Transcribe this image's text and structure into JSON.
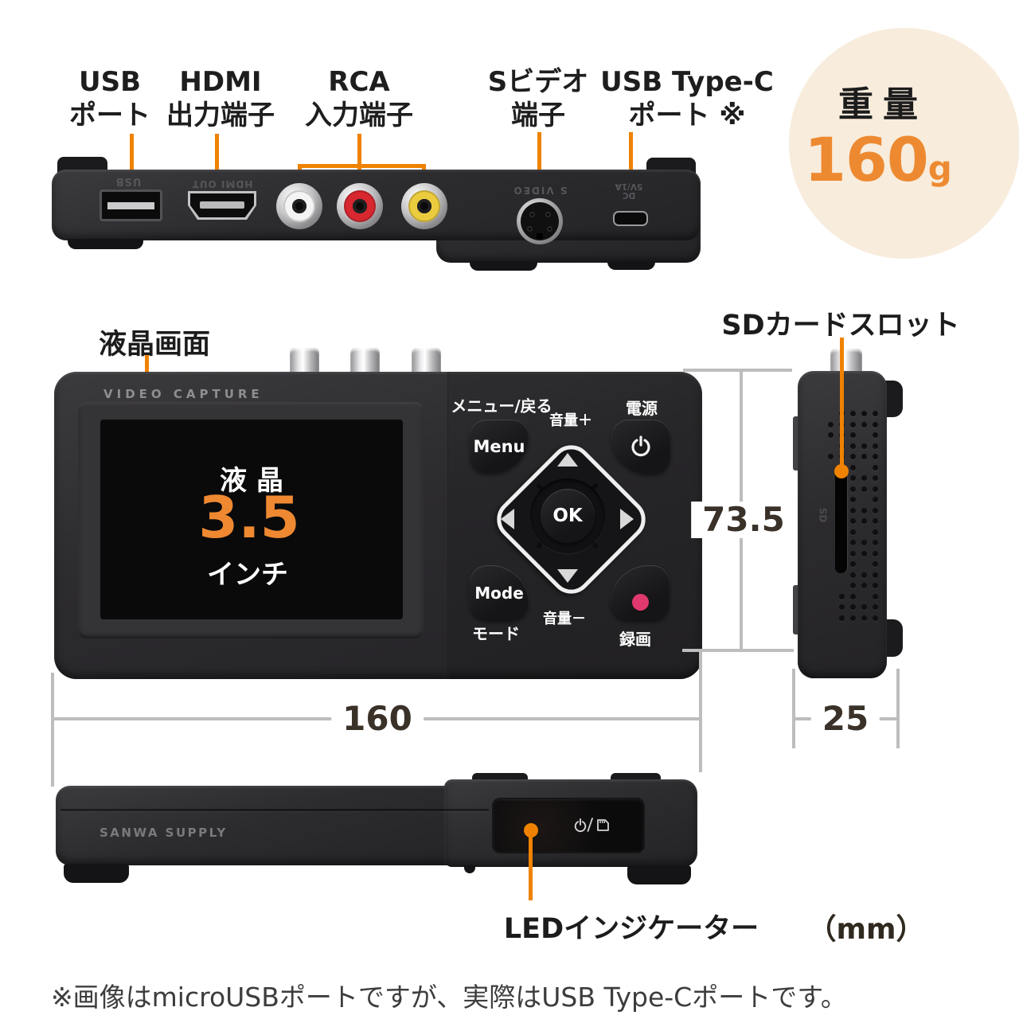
{
  "colors": {
    "accent_orange": "#ef8200",
    "badge_bg": "#f8ecdc",
    "weight_orange": "#ed8a31",
    "screen_value_orange": "#ee8931",
    "record_dot_pink": "#e0396e",
    "dimension_line_gray": "#bdbdbd"
  },
  "port_labels": {
    "usb": {
      "line1": "USB",
      "line2": "ポート"
    },
    "hdmi": {
      "line1": "HDMI",
      "line2": "出力端子"
    },
    "rca": {
      "line1": "RCA",
      "line2": "入力端子"
    },
    "svideo": {
      "line1": "Sビデオ",
      "line2": "端子"
    },
    "typec": {
      "line1": "USB Type-C",
      "line2": "ポート ※"
    }
  },
  "weight_badge": {
    "title": "重量",
    "value": "160",
    "unit": "g"
  },
  "top_view_prints": {
    "usb": "USB",
    "hdmi": "HDMI OUT",
    "svideo": "S VIDEO",
    "dc_line1": "DC",
    "dc_line2": "5V/1A"
  },
  "front_view": {
    "screen_label": "液晶画面",
    "brand": "VIDEO CAPTURE",
    "screen": {
      "line1": "液晶",
      "value": "3.5",
      "line3": "インチ"
    },
    "buttons": {
      "menu_label": "メニュー/戻る",
      "menu": "Menu",
      "volume_up": "音量＋",
      "power_label": "電源",
      "ok": "OK",
      "mode": "Mode",
      "mode_label": "モード",
      "volume_down": "音量－",
      "record_label": "録画"
    }
  },
  "side_view": {
    "sd_label": "SDカードスロット",
    "sd_print": "SD"
  },
  "bottom_view": {
    "brand": "SANWA SUPPLY",
    "led_label": "LEDインジケーター"
  },
  "dimensions": {
    "width": "160",
    "height": "73.5",
    "depth": "25",
    "unit": "（mm）"
  },
  "footnote": "※画像はmicroUSBポートですが、実際はUSB Type-Cポートです。"
}
